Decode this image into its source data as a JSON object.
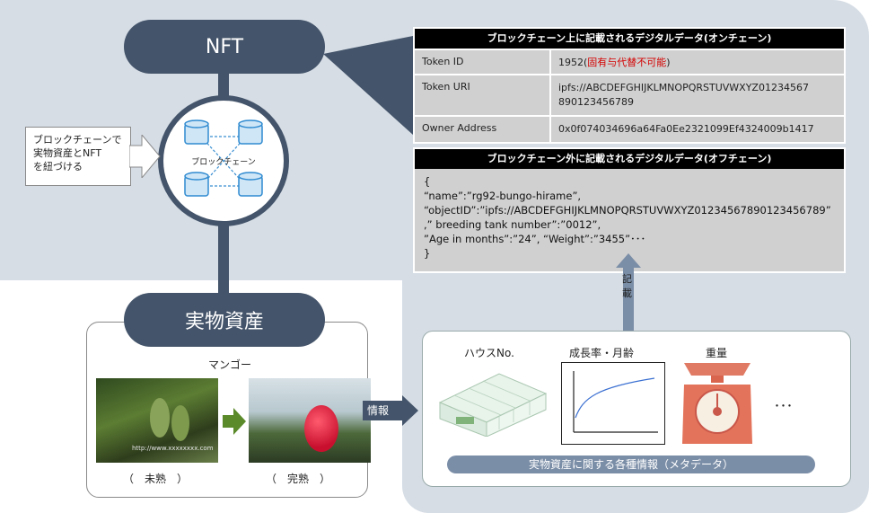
{
  "nft_label": "NFT",
  "asset_label": "実物資産",
  "hub_label": "ブロックチェーン",
  "callout_text": [
    "ブロックチェーンで",
    "実物資産とNFT",
    "を紐づける"
  ],
  "onchain": {
    "title": "ブロックチェーン上に記載されるデジタルデータ(オンチェーン)",
    "rows": [
      {
        "key": "Token ID",
        "value": "1952(",
        "value_red": "固有与代替不可能",
        "value_end": ")"
      },
      {
        "key": "Token URI",
        "value": "ipfs://ABCDEFGHIJKLMNOPQRSTUVWXYZ01234567",
        "value2": "890123456789"
      },
      {
        "key": "Owner Address",
        "value": "0x0f074034696a64Fa0Ee2321099Ef4324009b1417"
      }
    ]
  },
  "offchain": {
    "title": "ブロックチェーン外に記載されるデジタルデータ(オフチェーン)",
    "lines": [
      "{",
      "“name”:”rg92-bungo-hirame”,",
      "“objectID”:”ipfs://ABCDEFGHIJKLMNOPQRSTUVWXYZ01234567890123456789”",
      ",” breeding tank number”:”0012”,",
      "”Age in months”:”24”, “Weight”:”3455”･･･",
      "}"
    ]
  },
  "record_label": [
    "記",
    "載"
  ],
  "info_label": "情報",
  "mango": {
    "title": "マンゴー",
    "unripe": "（　未熟　）",
    "ripe": "（　完熟　）",
    "watermark": "http://www.xxxxxxxx.com"
  },
  "metadata": {
    "house": "ハウスNo.",
    "growth": "成長率・月齢",
    "weight": "重量",
    "ellipsis": "･･･",
    "bar": "実物資産に関する各種情報（メタデータ）"
  },
  "colors": {
    "pill": "#44546a",
    "background": "#d6dde5",
    "accent_red": "#d40000",
    "meta_bar": "#7b8ea7"
  },
  "icons": [
    "database-icon",
    "greenhouse-icon",
    "growth-chart-icon",
    "scale-icon",
    "arrow-icon"
  ]
}
